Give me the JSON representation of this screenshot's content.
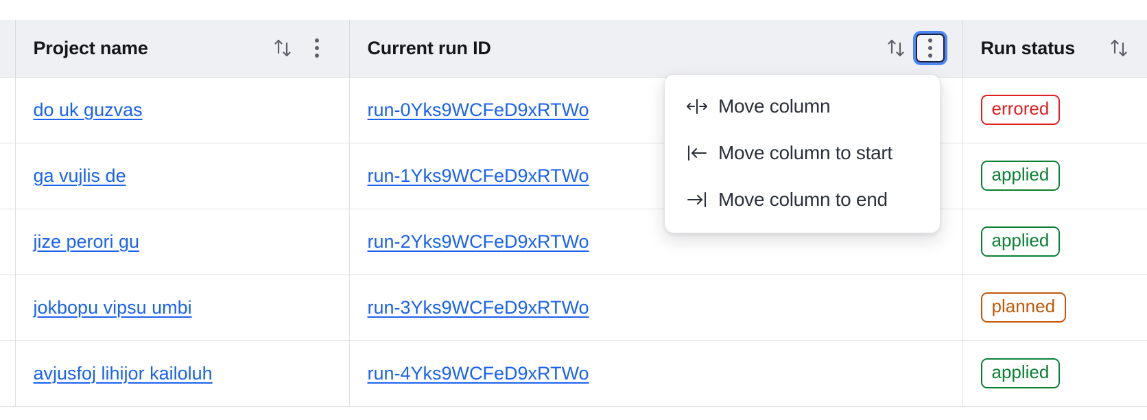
{
  "table": {
    "columns": [
      {
        "key": "project",
        "label": "Project name",
        "sortable": true,
        "has_menu": false
      },
      {
        "key": "run_id",
        "label": "Current run ID",
        "sortable": true,
        "has_menu": true
      },
      {
        "key": "status",
        "label": "Run status",
        "sortable": true,
        "has_menu": false
      }
    ],
    "rows": [
      {
        "project": "do uk guzvas",
        "run_id": "run-0Yks9WCFeD9xRTWo",
        "status": "errored"
      },
      {
        "project": "ga vujlis de",
        "run_id": "run-1Yks9WCFeD9xRTWo",
        "status": "applied"
      },
      {
        "project": "jize perori gu",
        "run_id": "run-2Yks9WCFeD9xRTWo",
        "status": "applied"
      },
      {
        "project": "jokbopu vipsu umbi",
        "run_id": "run-3Yks9WCFeD9xRTWo",
        "status": "planned"
      },
      {
        "project": "avjusfoj lihijor kailoluh",
        "run_id": "run-4Yks9WCFeD9xRTWo",
        "status": "applied"
      }
    ]
  },
  "column_menu": {
    "open_for_column": "Current run ID",
    "items": [
      {
        "label": "Move column",
        "icon": "move-column-icon"
      },
      {
        "label": "Move column to start",
        "icon": "move-column-to-start-icon"
      },
      {
        "label": "Move column to end",
        "icon": "move-column-to-end-icon"
      }
    ]
  },
  "icons": {
    "sort": "sort-ascending-descending-icon",
    "kebab": "column-options-kebab-icon"
  },
  "colors": {
    "link": "#1a62f0",
    "focus_ring": "#4d86f7",
    "header_bg": "#eff0f3",
    "border": "#dfe0e4",
    "status_errored": "#e02020",
    "status_applied": "#0a8033",
    "status_planned": "#c25708"
  }
}
